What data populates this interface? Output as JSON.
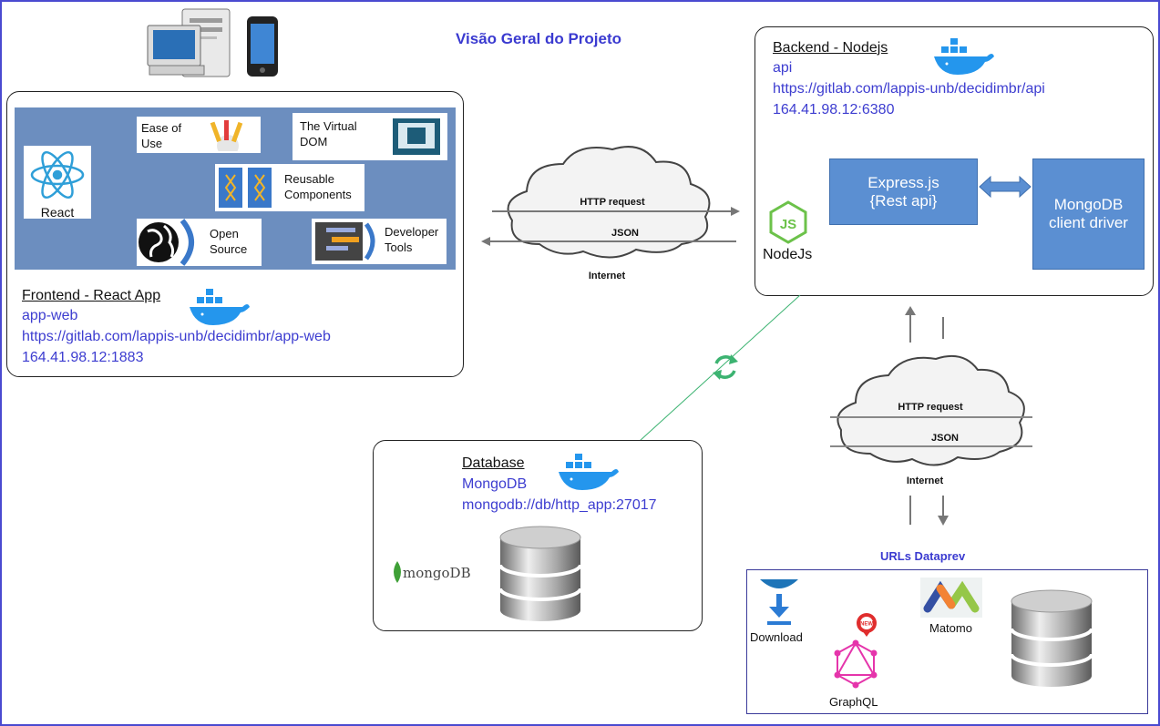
{
  "title": "Visão Geral do Projeto",
  "frontend": {
    "heading": "Frontend  -  React App",
    "name": "app-web",
    "repo": "https://gitlab.com/lappis-unb/decidimbr/app-web",
    "address": "164.41.98.12:1883",
    "react_label": "React",
    "features": [
      "Ease of Use",
      "The Virtual DOM",
      "Reusable Components",
      "Open Source",
      "Developer Tools"
    ]
  },
  "backend": {
    "heading": "Backend - Nodejs",
    "name": "api",
    "repo": "https://gitlab.com/lappis-unb/decidimbr/api",
    "address": "164.41.98.12:6380",
    "express_line1": "Express.js",
    "express_line2": "{Rest api}",
    "mongo_line1": "MongoDB",
    "mongo_line2": "client driver",
    "nodejs_label": "NodeJs"
  },
  "database": {
    "heading": "Database",
    "name": "MongoDB",
    "uri": "mongodb://db/http_app:27017",
    "logo_text": "mongoDB"
  },
  "cloud_top": {
    "request": "HTTP request",
    "response": "JSON",
    "label": "Internet"
  },
  "cloud_right": {
    "request": "HTTP request",
    "response": "JSON",
    "label": "Internet"
  },
  "dataprev": {
    "title": "URLs Dataprev",
    "download": "Download",
    "graphql": "GraphQL",
    "matomo": "Matomo",
    "new_badge": "NEW"
  },
  "colors": {
    "accent": "#3d3dd0",
    "react_panel": "#6c8ebf",
    "express_box": "#5b8fd2",
    "docker_blue": "#2496ed",
    "sync_green": "#3cb371",
    "border": "#4a4ad0"
  },
  "icons": [
    "desktop-computer-icon",
    "phone-icon",
    "docker-whale-icon",
    "react-logo-icon",
    "nodejs-logo-icon",
    "database-cylinder-icon",
    "sync-icon",
    "download-icon",
    "graphql-icon",
    "matomo-icon",
    "globe-icon",
    "mongo-leaf-icon"
  ]
}
